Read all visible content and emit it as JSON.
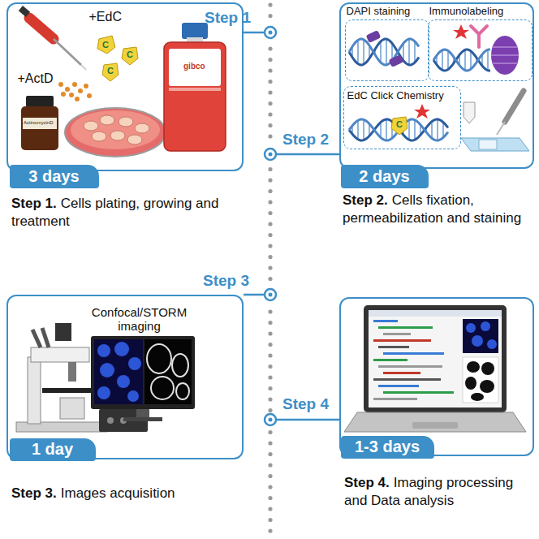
{
  "diagram": {
    "nodes": [
      {
        "text": [
          "+EdC",
          "+ActD"
        ]
      },
      {
        "text": [
          "3 days"
        ],
        "in": 0
      },
      {
        "text": []
      },
      {
        "text": [
          "DAPI staining"
        ],
        "in": 2
      },
      {
        "text": [
          "Immunolabeling"
        ],
        "in": 2
      },
      {
        "text": [
          "EdC Click Chemistry"
        ],
        "in": 2
      },
      {
        "text": [
          "2 days"
        ],
        "in": 2
      },
      {
        "text": [
          "Confocal/STORM imaging"
        ]
      },
      {
        "text": [
          "1 day"
        ],
        "in": 7
      },
      {
        "text": []
      },
      {
        "text": [
          "1-3 days"
        ],
        "in": 9
      }
    ],
    "labels": [
      "Step 1",
      "Step 2",
      "Step 3",
      "Step 4",
      "Step 1.",
      "Cells plating, growing and treatment",
      "Step 2.",
      "Cells fixation, permeabilization and staining",
      "Step 3.",
      "Images acquisition",
      "Step 4.",
      "Imaging processing and Data analysis",
      "ActinomycinD",
      "gibco",
      "C",
      "C",
      "C",
      "C"
    ]
  }
}
